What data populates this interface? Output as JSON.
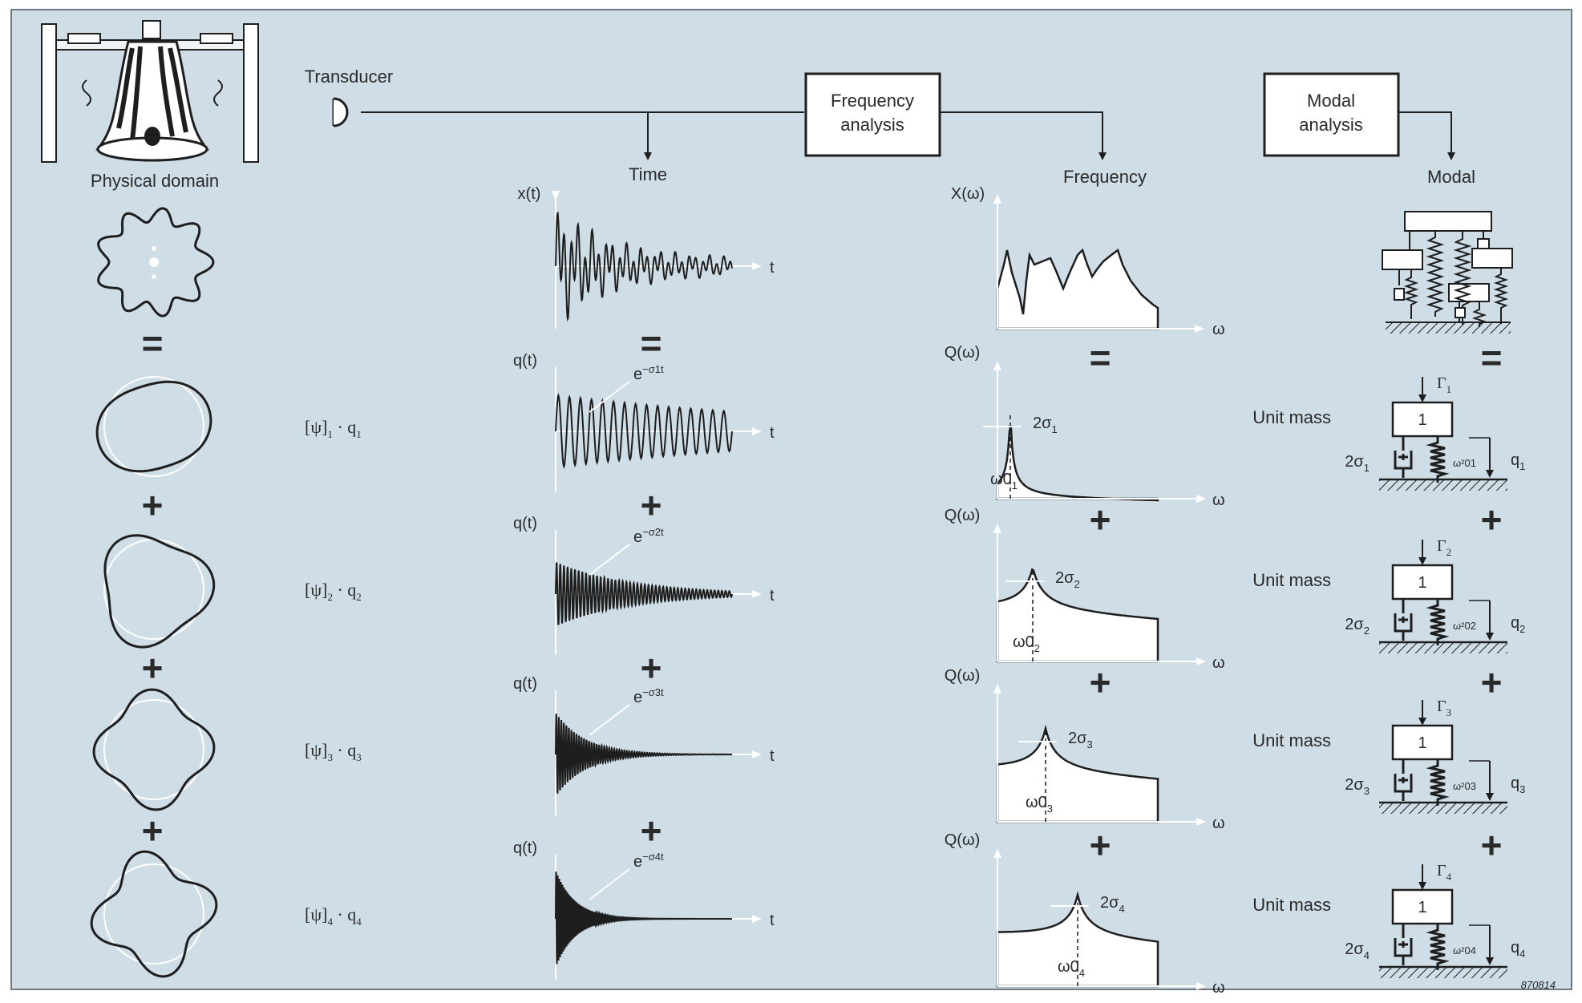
{
  "colors": {
    "panel": "#cfdde6",
    "ink": "#1e1e1e",
    "area": "#ffffff",
    "axis": "#ffffff",
    "border": "#6e7880"
  },
  "header": {
    "physical_domain": "Physical domain",
    "transducer": "Transducer",
    "time": "Time",
    "frequency_analysis_1": "Frequency",
    "frequency_analysis_2": "analysis",
    "frequency": "Frequency",
    "modal_analysis_1": "Modal",
    "modal_analysis_2": "analysis",
    "modal": "Modal"
  },
  "top_row": {
    "time_label": "x(t)",
    "freq_label": "X(ω)",
    "t": "t",
    "w": "ω"
  },
  "operators": {
    "equals": "=",
    "plus": "+"
  },
  "modes": [
    {
      "mode_shape": "[ψ]",
      "sub": "1",
      "coord": "q",
      "time_label": "q(t)",
      "decay": "e",
      "decay_exp": "−σ1t",
      "freq_label": "Q(ω)",
      "sigma": "2σ",
      "omega": "ω0",
      "unit_mass": "Unit mass",
      "mass_value": "1",
      "force": "Γ",
      "stiffness": "ω²01",
      "q": "q",
      "t": "t",
      "w": "ω"
    },
    {
      "mode_shape": "[ψ]",
      "sub": "2",
      "coord": "q",
      "time_label": "q(t)",
      "decay": "e",
      "decay_exp": "−σ2t",
      "freq_label": "Q(ω)",
      "sigma": "2σ",
      "omega": "ω0",
      "unit_mass": "Unit mass",
      "mass_value": "1",
      "force": "Γ",
      "stiffness": "ω²02",
      "q": "q",
      "t": "t",
      "w": "ω"
    },
    {
      "mode_shape": "[ψ]",
      "sub": "3",
      "coord": "q",
      "time_label": "q(t)",
      "decay": "e",
      "decay_exp": "−σ3t",
      "freq_label": "Q(ω)",
      "sigma": "2σ",
      "omega": "ω0",
      "unit_mass": "Unit mass",
      "mass_value": "1",
      "force": "Γ",
      "stiffness": "ω²03",
      "q": "q",
      "t": "t",
      "w": "ω"
    },
    {
      "mode_shape": "[ψ]",
      "sub": "4",
      "coord": "q",
      "time_label": "q(t)",
      "decay": "e",
      "decay_exp": "−σ4t",
      "freq_label": "Q(ω)",
      "sigma": "2σ",
      "omega": "ω0",
      "unit_mass": "Unit mass",
      "mass_value": "1",
      "force": "Γ",
      "stiffness": "ω²04",
      "q": "q",
      "t": "t",
      "w": "ω"
    }
  ],
  "figure_number": "870814"
}
